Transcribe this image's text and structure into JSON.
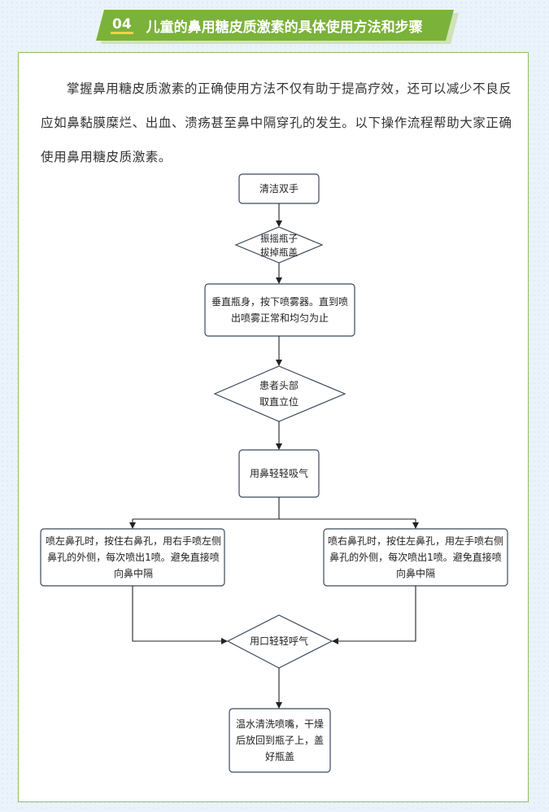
{
  "header": {
    "number": "04",
    "title": "儿童的鼻用糖皮质激素的具体使用方法和步骤"
  },
  "intro": "掌握鼻用糖皮质激素的正确使用方法不仅有助于提高疗效，还可以减少不良反应如鼻黏膜糜烂、出血、溃疡甚至鼻中隔穿孔的发生。以下操作流程帮助大家正确使用鼻用糖皮质激素。",
  "flowchart": {
    "steps": {
      "wash_hands": "清洁双手",
      "shake": "振摇瓶子\n拔掉瓶盖",
      "prime": "垂直瓶身，按下喷雾器。直到喷出喷雾正常和均匀为止",
      "head": "患者头部\n取直立位",
      "inhale": "用鼻轻轻吸气",
      "left_nostril": "喷左鼻孔时，按住右鼻孔，用右手喷左侧鼻孔的外侧，每次喷出1喷。避免直接喷向鼻中隔",
      "right_nostril": "喷右鼻孔时，按住左鼻孔，用左手喷右侧鼻孔的外侧，每次喷出1喷。避免直接喷向鼻中隔",
      "exhale": "用口轻轻呼气",
      "clean": "温水清洗喷嘴，干燥后放回到瓶子上，盖好瓶盖"
    }
  },
  "colors": {
    "banner": "#7bb23a",
    "frame_border": "#8fc15d",
    "node_border": "#3b4a5c"
  }
}
